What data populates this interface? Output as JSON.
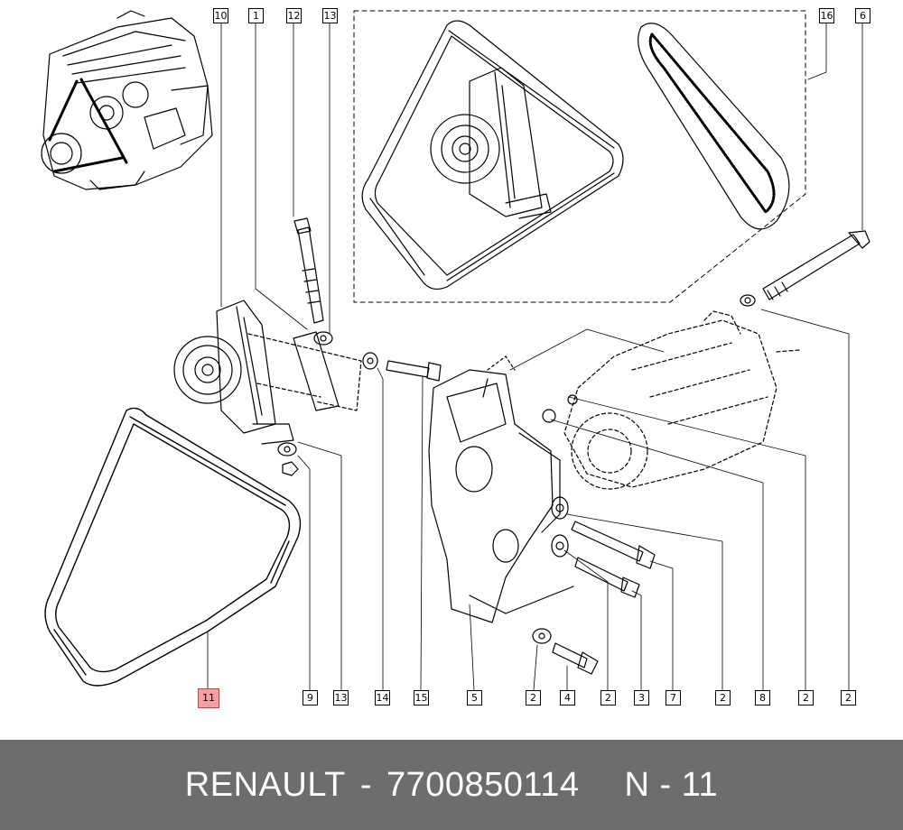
{
  "footer": {
    "brand": "RENAULT",
    "dash": "-",
    "part_number": "7700850114",
    "position": "N - 11"
  },
  "highlight_color": "#f4a0a0",
  "footer_color": "#6d6d6d",
  "callouts": {
    "c10": "10",
    "c1": "1",
    "c12": "12",
    "c13t": "13",
    "c16": "16",
    "c6": "6",
    "c11": "11",
    "c9": "9",
    "c13b": "13",
    "c14": "14",
    "c15": "15",
    "c5": "5",
    "c2a": "2",
    "c4": "4",
    "c2b": "2",
    "c3": "3",
    "c7": "7",
    "c2c": "2",
    "c8": "8",
    "c2d": "2",
    "c2e": "2"
  }
}
